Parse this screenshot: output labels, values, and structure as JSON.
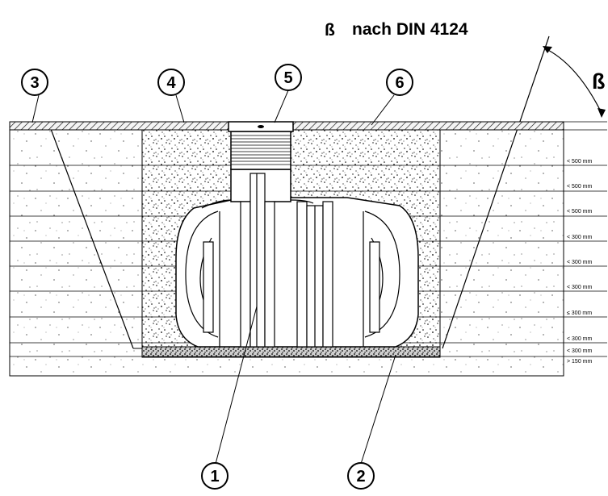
{
  "title": {
    "symbol": "ß",
    "text": "nach DIN  4124"
  },
  "angle_label": "ß",
  "callouts": [
    "1",
    "2",
    "3",
    "4",
    "5",
    "6"
  ],
  "dimensions": [
    "< 500 mm",
    "< 500 mm",
    "< 500 mm",
    "< 300 mm",
    "< 300 mm",
    "< 300 mm",
    "≤ 300 mm",
    "< 300 mm",
    "< 300 mm",
    "> 150 mm"
  ]
}
